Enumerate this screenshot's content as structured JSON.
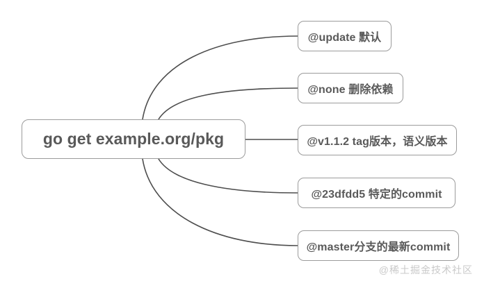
{
  "diagram": {
    "type": "mindmap",
    "background_color": "#ffffff",
    "node_border_color": "#9b9b9b",
    "node_text_color": "#595959",
    "edge_color": "#4d4d4d",
    "root": {
      "label": "go get example.org/pkg"
    },
    "children": [
      {
        "label": "@update 默认",
        "edge_style": "curve-up"
      },
      {
        "label": "@none 删除依赖",
        "edge_style": "curve-up"
      },
      {
        "label": "@v1.1.2 tag版本，语义版本",
        "edge_style": "straight"
      },
      {
        "label": "@23dfdd5  特定的commit",
        "edge_style": "curve-down"
      },
      {
        "label": "@master分支的最新commit",
        "edge_style": "curve-down"
      }
    ]
  },
  "watermark": {
    "text": "@稀土掘金技术社区"
  }
}
